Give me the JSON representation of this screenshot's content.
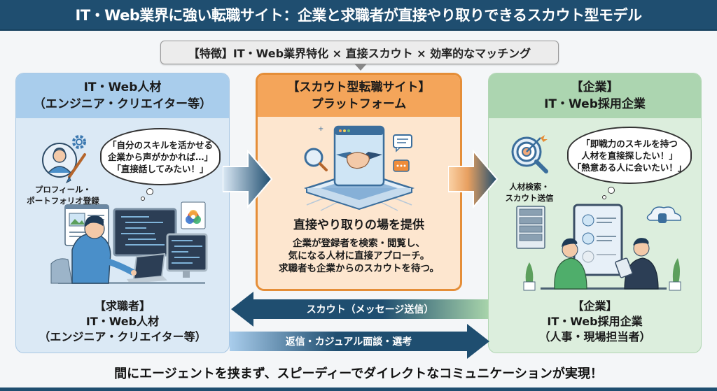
{
  "header": {
    "title": "IT・Web業界に強い転職サイト：企業と求職者が直接やり取りできるスカウト型モデル"
  },
  "feature": {
    "label": "【特徴】IT・Web業界特化 × 直接スカウト × 効率的なマッチング"
  },
  "left_panel": {
    "title_line1": "IT・Web人材",
    "title_line2": "（エンジニア・クリエイター等）",
    "thought": {
      "line1": "「自分のスキルを活かせる",
      "line2": "企業から声がかかれば…」",
      "line3": "「直接話してみたい！」"
    },
    "icon_label_line1": "プロフィール・",
    "icon_label_line2": "ポートフォリオ登録",
    "icon": "profile-gear-brush-icon",
    "illustration": "engineer-at-desk-illustration",
    "footer_line1": "【求職者】",
    "footer_line2": "IT・Web人材",
    "footer_line3": "（エンジニア・クリエイター等）",
    "colors": {
      "header": "#a9cdec",
      "body": "#dbe9f5"
    }
  },
  "center_panel": {
    "title_line1": "【スカウト型転職サイト】",
    "title_line2": "プラットフォーム",
    "illustration": "handshake-platform-illustration",
    "subtitle": "直接やり取りの場を提供",
    "desc_line1": "企業が登録者を検索・閲覧し、",
    "desc_line2": "気になる人材に直接アプローチ。",
    "desc_line3": "求職者も企業からのスカウトを待つ。",
    "colors": {
      "header": "#f4a55a",
      "body": "#fde6cf",
      "border": "#e58e38"
    }
  },
  "right_panel": {
    "title_line1": "【企業】",
    "title_line2": "IT・Web採用企業",
    "thought": {
      "line1": "「即戦力のスキルを持つ",
      "line2": "人材を直接探したい！」",
      "line3": "「熱意ある人に会いたい！」"
    },
    "icon_label_line1": "人材検索・",
    "icon_label_line2": "スカウト送信",
    "icon": "target-search-icon",
    "illustration": "recruiters-meeting-illustration",
    "footer_line1": "【企業】",
    "footer_line2": "IT・Web採用企業",
    "footer_line3": "（人事・現場担当者）",
    "colors": {
      "header": "#acd5b0",
      "body": "#dceedd"
    }
  },
  "flows": {
    "scout": "スカウト（メッセージ送信）",
    "reply": "返信・カジュアル面談・選考"
  },
  "footer": {
    "text": "間にエージェントを挟まず、スピーディーでダイレクトなコミュニケーションが実現！"
  },
  "colors": {
    "primary": "#1f4e70",
    "accent_orange": "#e58e38"
  }
}
